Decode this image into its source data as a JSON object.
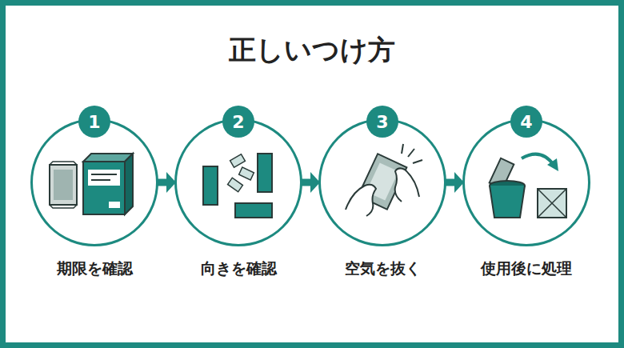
{
  "diagram": {
    "title": "正しいつけ方",
    "nodes": [
      {
        "text": [
          "1"
        ]
      },
      {
        "text": [
          "期限を確認"
        ]
      },
      {
        "text": [
          "2"
        ]
      },
      {
        "text": [
          "向きを確認"
        ]
      },
      {
        "text": [
          "3"
        ]
      },
      {
        "text": [
          "空気を抜く"
        ]
      },
      {
        "text": [
          "4"
        ]
      },
      {
        "text": [
          "使用後に処理"
        ]
      }
    ],
    "edges": [
      {
        "from": 1,
        "to": 3,
        "arrow": "to"
      },
      {
        "from": 3,
        "to": 5,
        "arrow": "to"
      },
      {
        "from": 5,
        "to": 7,
        "arrow": "to"
      }
    ]
  }
}
